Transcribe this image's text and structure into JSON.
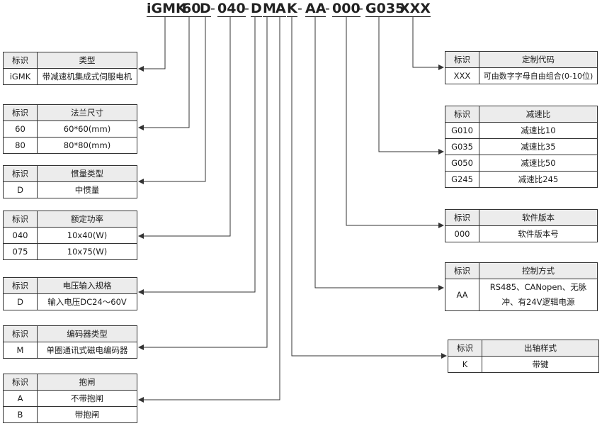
{
  "code": {
    "segments": [
      "iGMK",
      "60",
      "D",
      "040",
      "D",
      "M",
      "A",
      "K",
      "AA",
      "000",
      "G035",
      "XXX"
    ],
    "separator": "-"
  },
  "tables": {
    "type": {
      "headers": [
        "标识",
        "类型"
      ],
      "rows": [
        [
          "iGMK",
          "带减速机集成式伺服电机"
        ]
      ]
    },
    "flange": {
      "headers": [
        "标识",
        "法兰尺寸"
      ],
      "rows": [
        [
          "60",
          "60*60(mm)"
        ],
        [
          "80",
          "80*80(mm)"
        ]
      ]
    },
    "inertia": {
      "headers": [
        "标识",
        "惯量类型"
      ],
      "rows": [
        [
          "D",
          "中惯量"
        ]
      ]
    },
    "power": {
      "headers": [
        "标识",
        "额定功率"
      ],
      "rows": [
        [
          "040",
          "10x40(W)"
        ],
        [
          "075",
          "10x75(W)"
        ]
      ]
    },
    "voltage": {
      "headers": [
        "标识",
        "电压输入规格"
      ],
      "rows": [
        [
          "D",
          "输入电压DC24～60V"
        ]
      ]
    },
    "encoder": {
      "headers": [
        "标识",
        "编码器类型"
      ],
      "rows": [
        [
          "M",
          "单圈通讯式磁电编码器"
        ]
      ]
    },
    "brake": {
      "headers": [
        "标识",
        "抱闸"
      ],
      "rows": [
        [
          "A",
          "不带抱闸"
        ],
        [
          "B",
          "带抱闸"
        ]
      ]
    },
    "custom": {
      "headers": [
        "标识",
        "定制代码"
      ],
      "rows": [
        [
          "XXX",
          "可由数字字母自由组合(0-10位)"
        ]
      ]
    },
    "ratio": {
      "headers": [
        "标识",
        "减速比"
      ],
      "rows": [
        [
          "G010",
          "减速比10"
        ],
        [
          "G035",
          "减速比35"
        ],
        [
          "G050",
          "减速比50"
        ],
        [
          "G245",
          "减速比245"
        ]
      ]
    },
    "software": {
      "headers": [
        "标识",
        "软件版本"
      ],
      "rows": [
        [
          "000",
          "软件版本号"
        ]
      ]
    },
    "control": {
      "headers": [
        "标识",
        "控制方式"
      ],
      "rows": [
        [
          "AA",
          "RS485、CANopen、无脉冲、有24V逻辑电源"
        ]
      ]
    },
    "shaft": {
      "headers": [
        "标识",
        "出轴样式"
      ],
      "rows": [
        [
          "K",
          "带键"
        ]
      ]
    }
  },
  "colors": {
    "line": "#333333",
    "header_fill": "#ececec"
  }
}
